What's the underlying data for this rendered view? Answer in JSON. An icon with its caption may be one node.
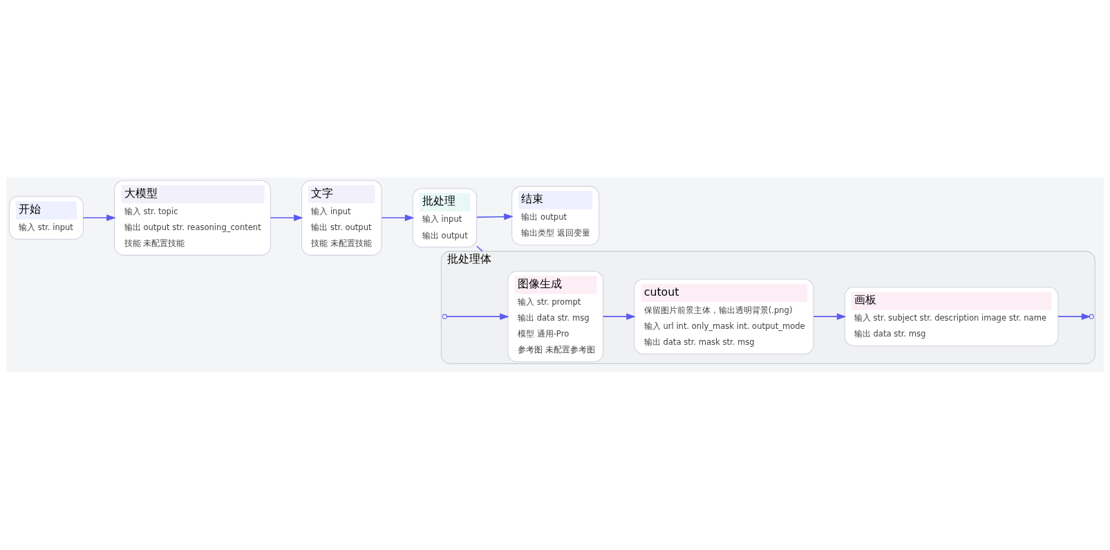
{
  "diagram": {
    "nodes": [
      {
        "text": [
          "开始",
          "输入 str. input"
        ]
      },
      {
        "text": [
          "大模型",
          "输入 str. topic",
          "输出 output str. reasoning_content",
          "技能 未配置技能"
        ]
      },
      {
        "text": [
          "文字",
          "输入 input",
          "输出 str. output",
          "技能 未配置技能"
        ]
      },
      {
        "text": [
          "结束",
          "输出 output",
          "输出类型 返回变量"
        ]
      },
      {
        "text": [
          "批处理",
          "输入 input",
          "输出 output"
        ]
      },
      {
        "text": [
          "批处理体"
        ]
      },
      {
        "text": [
          "图像生成",
          "输入 str. prompt",
          "输出 data str. msg",
          "模型 通用-Pro",
          "参考图 未配置参考图"
        ],
        "in": 5
      },
      {
        "text": [
          "cutout",
          "保留图片前景主体，输出透明背景(.png)",
          "输入 url int. only_mask int. output_mode",
          "输出 data str. mask str. msg"
        ],
        "in": 5
      },
      {
        "text": [
          "画板",
          "输入 str. subject str. description image str. name",
          "输出 data str. msg"
        ],
        "in": 5
      }
    ],
    "edges": [
      {
        "from": 0,
        "to": 1,
        "arrow": "to"
      },
      {
        "from": 1,
        "to": 2,
        "arrow": "to"
      },
      {
        "from": 2,
        "to": 4,
        "arrow": "to"
      },
      {
        "from": 4,
        "to": 3,
        "arrow": "to"
      },
      {
        "from": 4,
        "to": 5,
        "arrow": "none"
      },
      {
        "from": 5,
        "to": 6,
        "arrow": "to"
      },
      {
        "from": 6,
        "to": 7,
        "arrow": "to"
      },
      {
        "from": 7,
        "to": 8,
        "arrow": "to"
      },
      {
        "from": 8,
        "to": 5,
        "arrow": "to"
      }
    ]
  }
}
